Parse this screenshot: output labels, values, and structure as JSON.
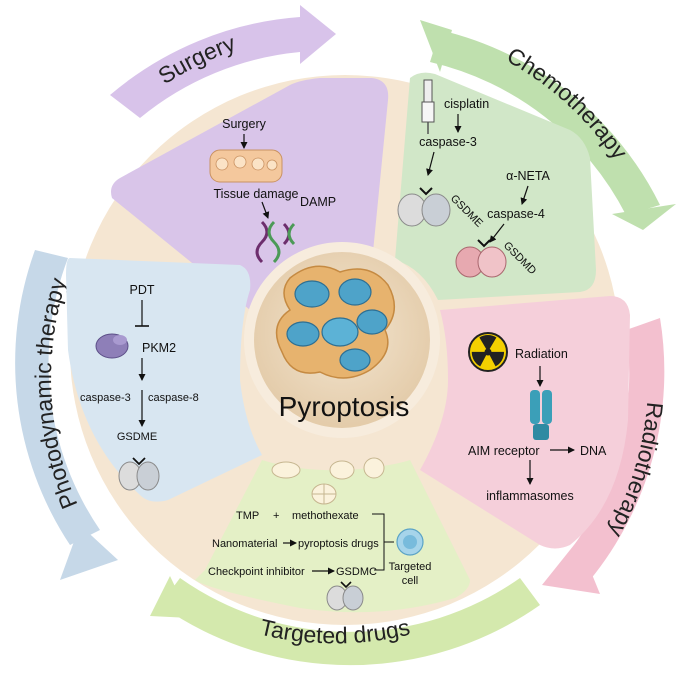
{
  "center": {
    "title": "Pyroptosis"
  },
  "colors": {
    "surgery": "#d7c4e8",
    "surgery_arrow": "#cbb6e3",
    "chemo": "#cfe5c6",
    "chemo_arrow": "#b9dcaa",
    "radio": "#f4cdd8",
    "radio_arrow": "#f2bccb",
    "targeted": "#e3efc4",
    "targeted_arrow": "#cfe6a8",
    "pdt": "#d6e4ef",
    "pdt_arrow": "#c2d5e4",
    "ring": "#f3e3cf",
    "center": "#ecd9bf"
  },
  "surgery": {
    "arc_label": "Surgery",
    "top": "Surgery",
    "tissue": "Tissue damage",
    "damp": "DAMP"
  },
  "chemo": {
    "arc_label": "Chemotherapy",
    "cisplatin": "cisplatin",
    "caspase3": "caspase-3",
    "gsdme": "GSDME",
    "neta": "α-NETA",
    "caspase4": "caspase-4",
    "gsdmd": "GSDMD"
  },
  "radio": {
    "arc_label": "Radiotherapy",
    "radiation": "Radiation",
    "aim": "AIM receptor",
    "dna": "DNA",
    "inflammasomes": "inflammasomes"
  },
  "targeted": {
    "arc_label": "Targeted drugs",
    "tmp": "TMP",
    "plus": "+",
    "metho": "methothexate",
    "nano": "Nanomaterial",
    "pyro_drugs": "pyroptosis drugs",
    "checkpoint": "Checkpoint inhibitor",
    "gsdmc": "GSDMC",
    "targeted_cell_1": "Targeted",
    "targeted_cell_2": "cell"
  },
  "pdt": {
    "arc_label": "Photodynamic therapy",
    "pdt": "PDT",
    "pkm2": "PKM2",
    "caspase3": "caspase-3",
    "caspase8": "caspase-8",
    "gsdme": "GSDME"
  }
}
